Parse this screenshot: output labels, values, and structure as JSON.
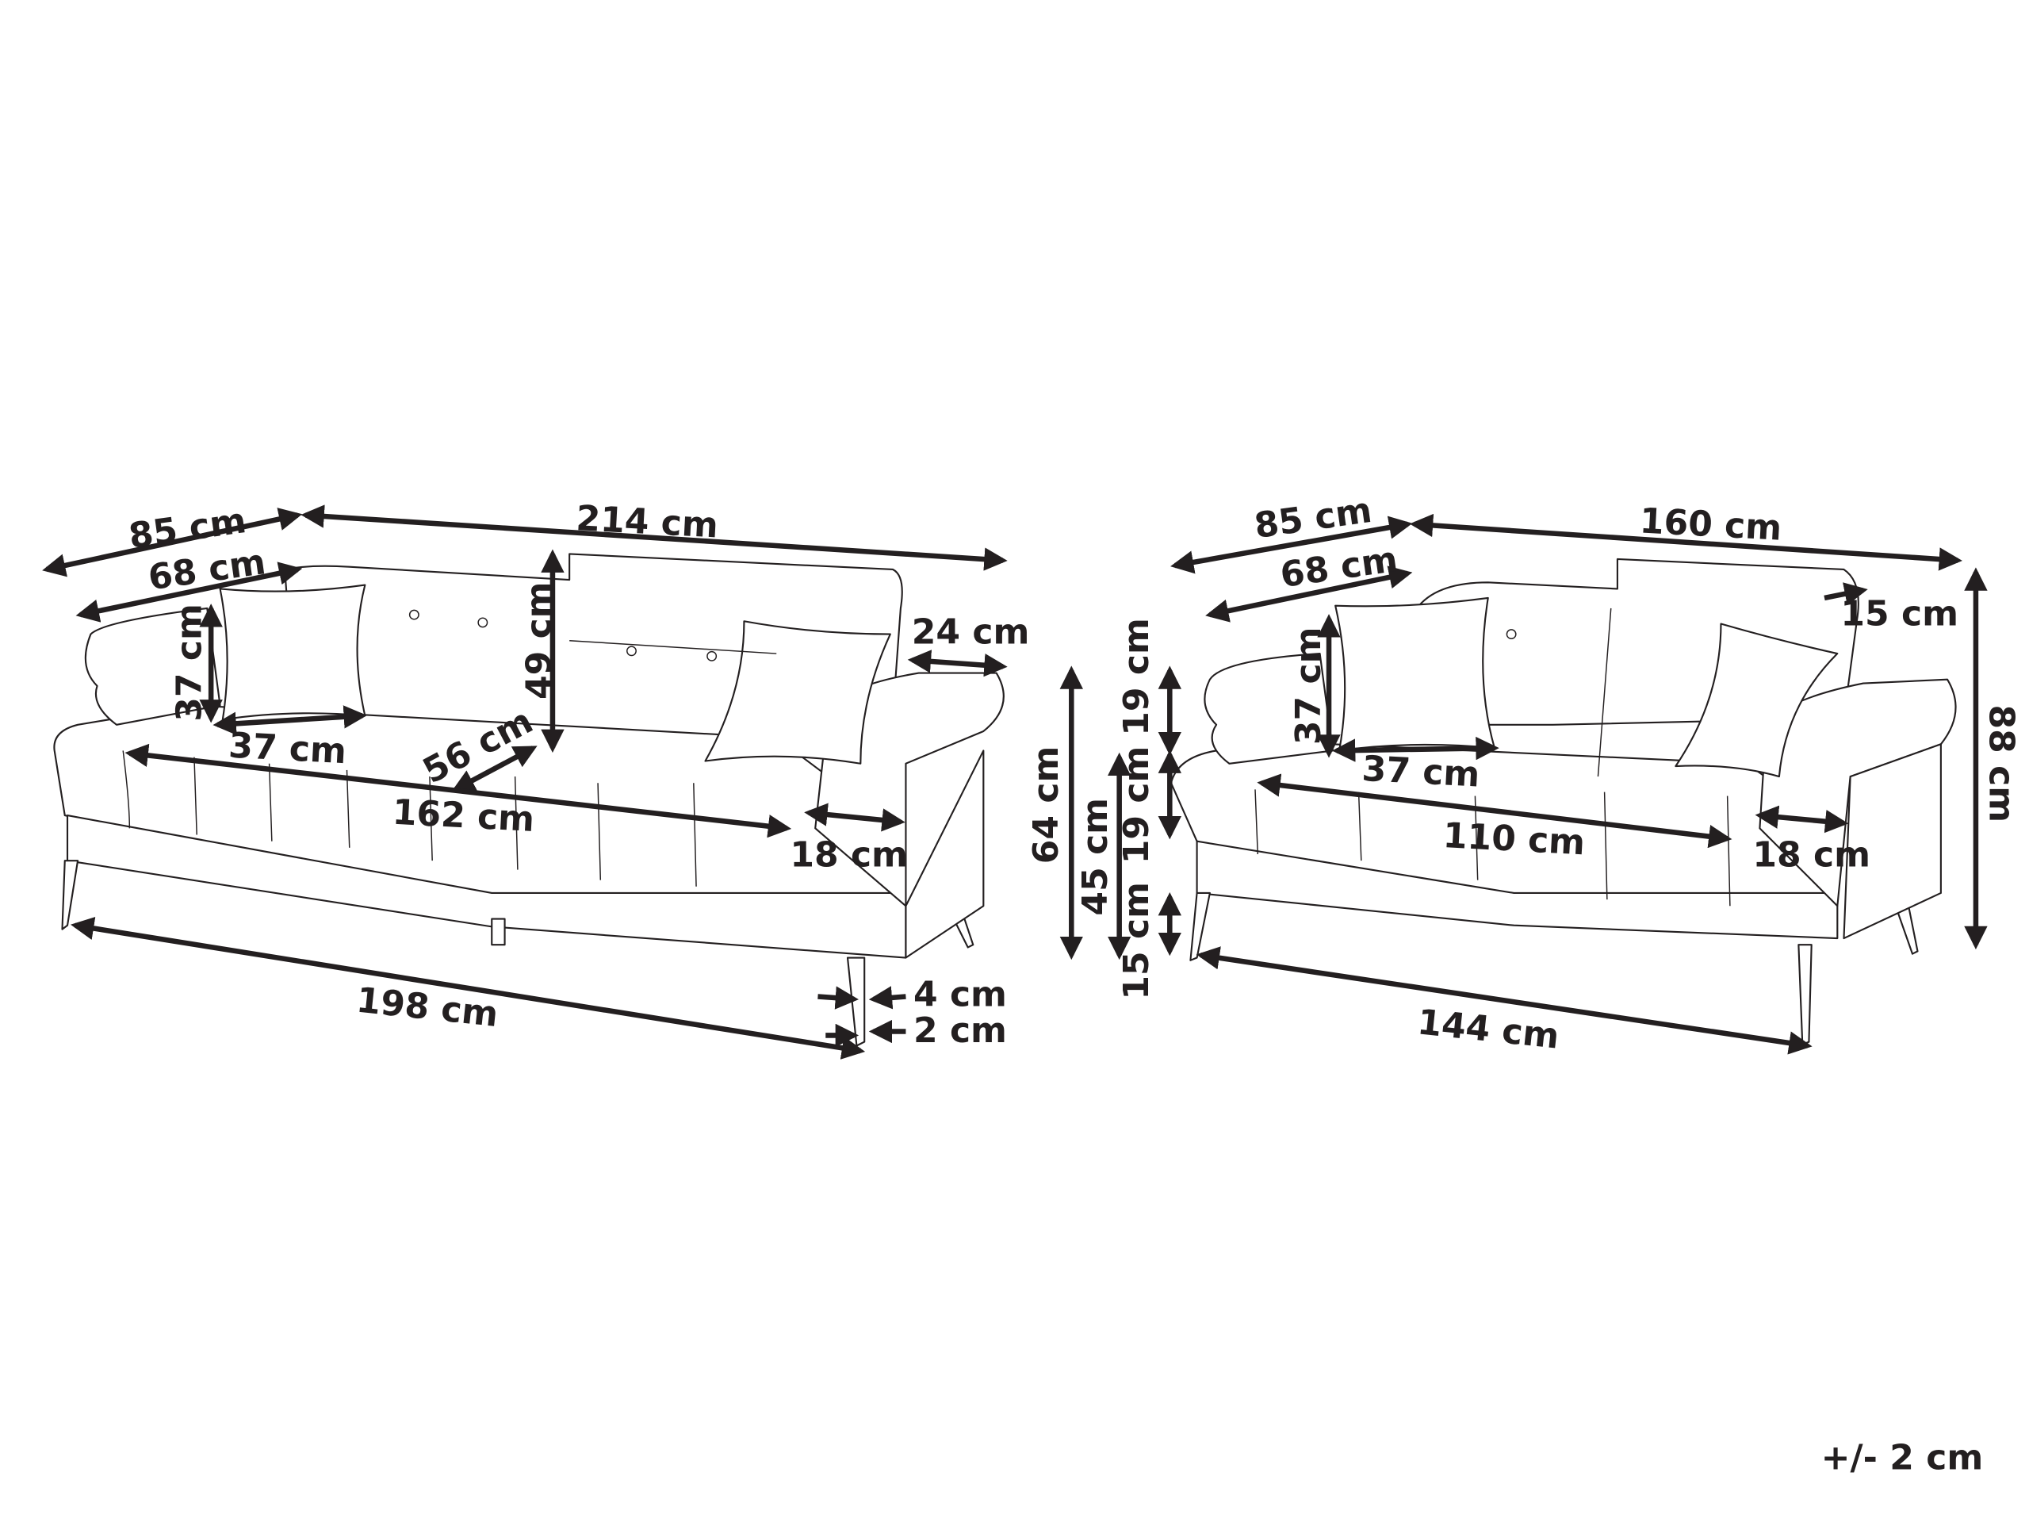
{
  "tolerance": "+/- 2 cm",
  "sofa_3_seater": {
    "depth": "85 cm",
    "width": "214 cm",
    "seat_depth": "68 cm",
    "cushion_height": "37 cm",
    "backrest_height": "49 cm",
    "armrest_width_top": "24 cm",
    "cushion_width": "37 cm",
    "seat_height_diag": "56 cm",
    "seat_width": "162 cm",
    "armrest_width": "18 cm",
    "base_width": "198 cm",
    "leg_top": "4 cm",
    "leg_bottom": "2 cm"
  },
  "heights": {
    "total_arm": "64 cm",
    "seat": "45 cm",
    "arm_above_seat": "19 cm",
    "seat_cushion": "19 cm",
    "legs": "15 cm"
  },
  "sofa_2_seater": {
    "depth": "85 cm",
    "width": "160 cm",
    "seat_depth": "68 cm",
    "backrest_depth": "15 cm",
    "cushion_height": "37 cm",
    "cushion_width": "37 cm",
    "seat_width": "110 cm",
    "armrest_width": "18 cm",
    "total_height": "88 cm",
    "base_width": "144 cm"
  }
}
